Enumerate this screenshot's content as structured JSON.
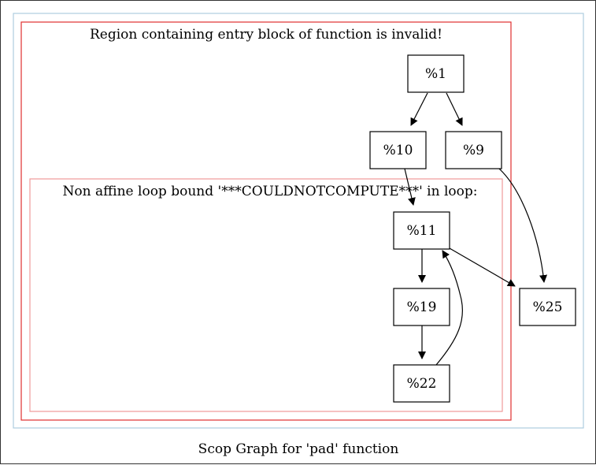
{
  "graph": {
    "caption": "Scop Graph for 'pad' function",
    "clusters": [
      {
        "id": "outer",
        "label": "",
        "color": "#aecde0"
      },
      {
        "id": "region",
        "label": "Region containing entry block of function is invalid!",
        "color": "#e03030"
      },
      {
        "id": "loop",
        "label": "Non affine loop bound '***COULDNOTCOMPUTE***' in loop:",
        "color": "#f09a9a"
      }
    ],
    "nodes": [
      {
        "id": "n1",
        "label": "%1"
      },
      {
        "id": "n10",
        "label": "%10"
      },
      {
        "id": "n9",
        "label": "%9"
      },
      {
        "id": "n11",
        "label": "%11"
      },
      {
        "id": "n19",
        "label": "%19"
      },
      {
        "id": "n22",
        "label": "%22"
      },
      {
        "id": "n25",
        "label": "%25"
      }
    ],
    "edges": [
      {
        "from": "%1",
        "to": "%10"
      },
      {
        "from": "%1",
        "to": "%9"
      },
      {
        "from": "%10",
        "to": "%11"
      },
      {
        "from": "%9",
        "to": "%25"
      },
      {
        "from": "%11",
        "to": "%19"
      },
      {
        "from": "%11",
        "to": "%25"
      },
      {
        "from": "%19",
        "to": "%22"
      },
      {
        "from": "%22",
        "to": "%11"
      }
    ]
  }
}
